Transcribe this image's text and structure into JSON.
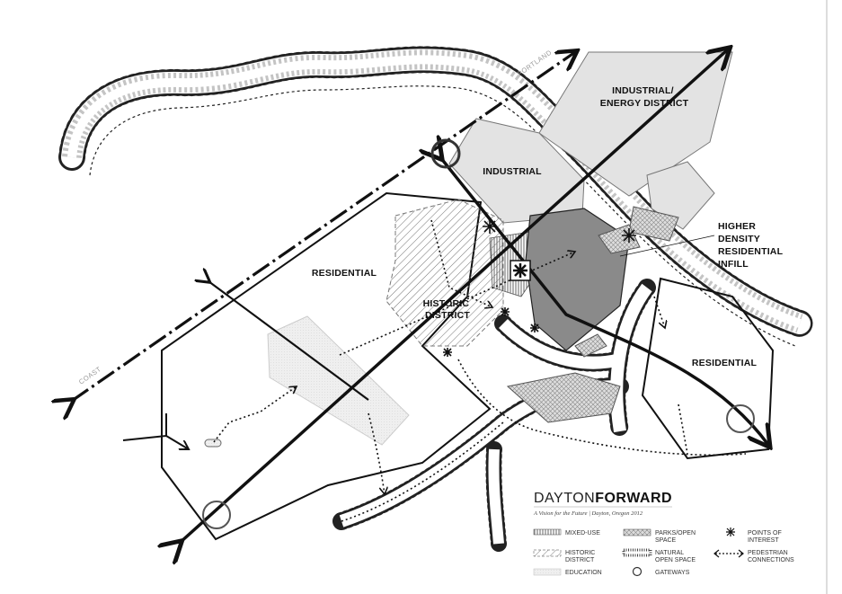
{
  "map": {
    "districts": {
      "industrial_energy": [
        "INDUSTRIAL/",
        "ENERGY DISTRICT"
      ],
      "industrial": "INDUSTRIAL",
      "higher_density": [
        "HIGHER",
        "DENSITY",
        "RESIDENTIAL",
        "INFILL"
      ],
      "residential_west": "RESIDENTIAL",
      "historic": [
        "HISTORIC",
        "DISTRICT"
      ],
      "residential_east": "RESIDENTIAL"
    },
    "roads": {
      "portland": "PORTLAND",
      "coast": "COAST"
    }
  },
  "legend": {
    "brand_light": "DAYTON",
    "brand_bold": "FORWARD",
    "tagline": "A Vision for the Future | Dayton, Oregon 2012",
    "items": [
      {
        "label": "MIXED-USE"
      },
      {
        "label": [
          "PARKS/OPEN",
          "SPACE"
        ]
      },
      {
        "label": [
          "POINTS OF",
          "INTEREST"
        ]
      },
      {
        "label": [
          "HISTORIC",
          "DISTRICT"
        ]
      },
      {
        "label": [
          "NATURAL",
          "OPEN SPACE"
        ]
      },
      {
        "label": [
          "PEDESTRIAN",
          "CONNECTIONS"
        ]
      },
      {
        "label": "EDUCATION"
      },
      {
        "label": "GATEWAYS"
      }
    ]
  },
  "colors": {
    "dense_residential": "#8a8a8a",
    "industrial_fill": "#e3e3e3",
    "education_fill": "#efefef",
    "outline": "#111111"
  }
}
